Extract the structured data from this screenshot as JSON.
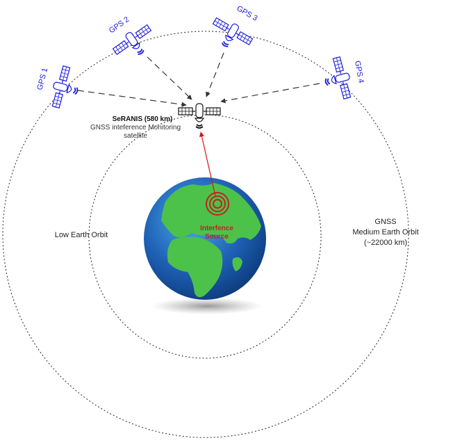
{
  "satellites": [
    {
      "label": "GPS 1"
    },
    {
      "label": "GPS 2"
    },
    {
      "label": "GPS 3"
    },
    {
      "label": "GPS 4"
    }
  ],
  "seranis": {
    "title": "SeRANIS (580 km)",
    "line1": "GNSS inteference  Monitoring",
    "line2": "satellite"
  },
  "leo_label": "Low Earth Orbit",
  "meo_label": {
    "line1": "GNSS",
    "line2": "Medium Earth Orbit",
    "line3": "(~22000 km)"
  },
  "interference": {
    "line1": "Interfence",
    "line2": "Source"
  },
  "colors": {
    "gps": "#1a1adb",
    "interference": "#c62020",
    "ocean": "#1e5fb3",
    "land": "#4cc24a"
  }
}
